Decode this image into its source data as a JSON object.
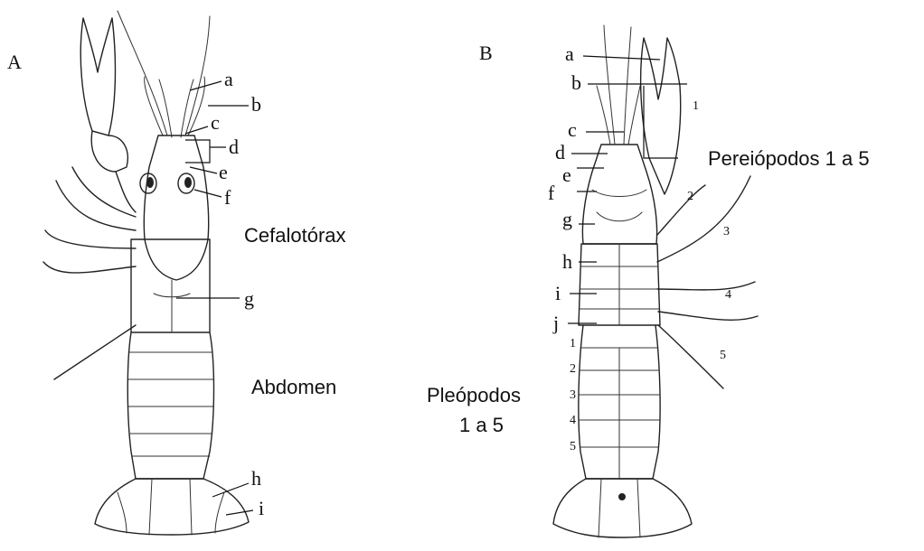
{
  "panels": [
    {
      "id": "A",
      "panel_label": "A",
      "part_labels": [
        "a",
        "b",
        "c",
        "d",
        "e",
        "f",
        "g",
        "h",
        "i"
      ],
      "region_labels": [
        "Cefalotórax",
        "Abdomen"
      ]
    },
    {
      "id": "B",
      "panel_label": "B",
      "part_labels": [
        "a",
        "b",
        "c",
        "d",
        "e",
        "f",
        "g",
        "h",
        "i",
        "j"
      ],
      "pereiopod_numbers": [
        "1",
        "2",
        "3",
        "4",
        "5"
      ],
      "pleopod_numbers": [
        "1",
        "2",
        "3",
        "4",
        "5"
      ],
      "region_labels": [
        "Pereiópodos 1 a 5",
        "Pleópodos",
        "1 a 5"
      ]
    }
  ],
  "style": {
    "line_color": "#222222",
    "background": "#ffffff"
  }
}
